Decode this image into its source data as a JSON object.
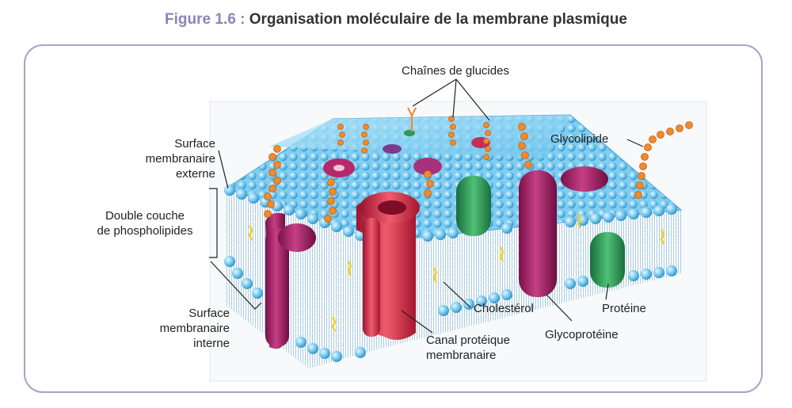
{
  "figure": {
    "number": "Figure 1.6 :",
    "title": "Organisation moléculaire de la membrane plasmique"
  },
  "labels": {
    "chaines_glucides": "Chaînes de glucides",
    "glycolipide": "Glycolipide",
    "surface_externe": [
      "Surface",
      "membranaire",
      "externe"
    ],
    "double_couche": [
      "Double couche",
      "de phospholipides"
    ],
    "surface_interne": [
      "Surface",
      "membranaire",
      "interne"
    ],
    "cholesterol": "Cholestérol",
    "proteine": "Protéine",
    "glycoproteine": "Glycoprotéine",
    "canal": [
      "Canal protéique",
      "membranaire"
    ]
  },
  "colors": {
    "frame": "#a9a3c9",
    "figure_number": "#8b83b8",
    "phospholipid_head": "#5fb8e6",
    "membrane_top": "#8fd3f2",
    "protein_magenta": "#b4296a",
    "protein_red": "#d83a52",
    "protein_green": "#2e9a55",
    "sugar_orange": "#f08a2a",
    "cholesterol": "#f2d21a"
  }
}
